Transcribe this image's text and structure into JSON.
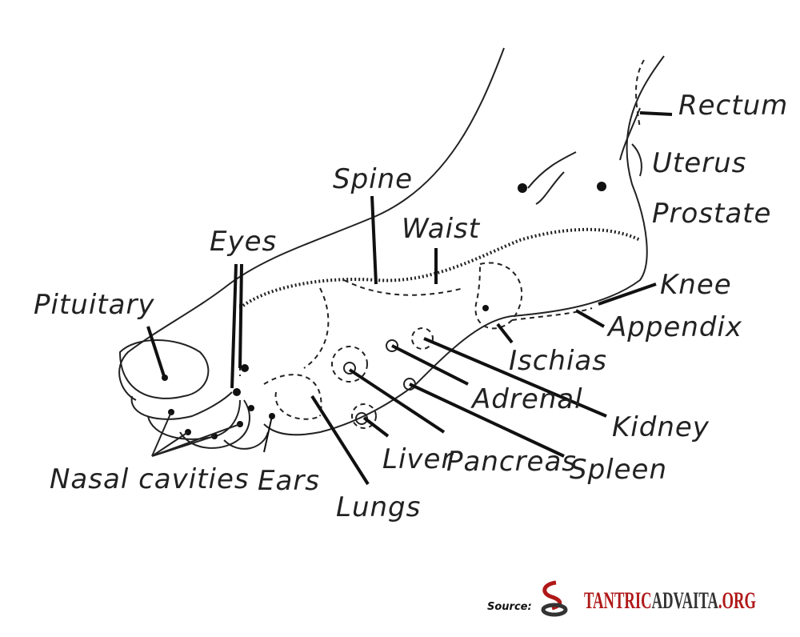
{
  "diagram": {
    "labels": {
      "rectum": "Rectum",
      "uterus": "Uterus",
      "prostate": "Prostate",
      "knee": "Knee",
      "appendix": "Appendix",
      "ischias": "Ischias",
      "kidney": "Kidney",
      "adrenal": "Adrenal",
      "spleen": "Spleen",
      "pancreas": "Pancreas",
      "liver": "Liver",
      "lungs": "Lungs",
      "ears": "Ears",
      "nasal": "Nasal cavities",
      "pituitary": "Pituitary",
      "eyes": "Eyes",
      "spine": "Spine",
      "waist": "Waist"
    }
  },
  "source": {
    "label": "Source:",
    "logo_part1": "TANTRIC",
    "logo_part2": "ADVAITA",
    "logo_part3": ".ORG",
    "colors": {
      "red": "#b01818",
      "dark": "#333333"
    }
  }
}
